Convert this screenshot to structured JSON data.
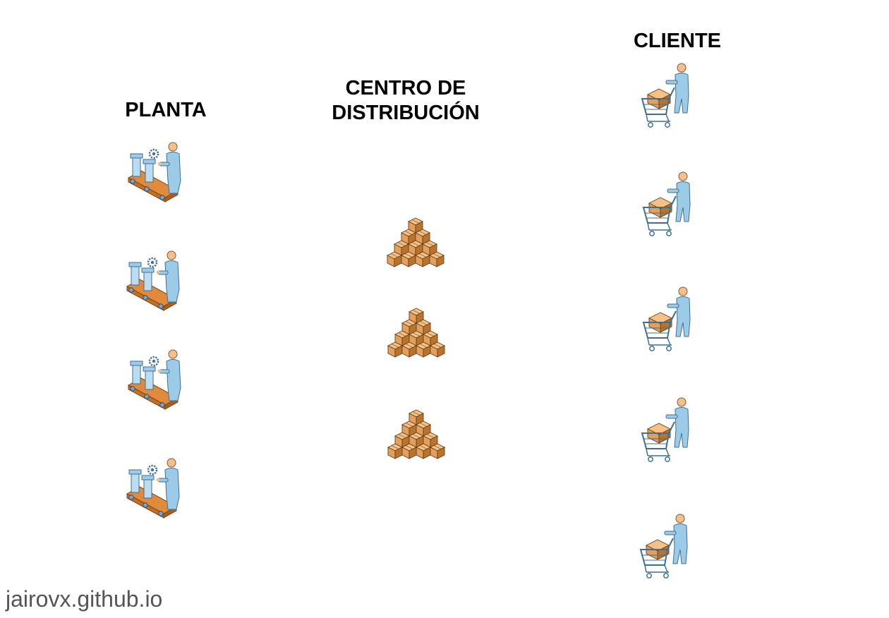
{
  "columns": {
    "plant": {
      "heading": "PLANTA",
      "count": 4
    },
    "distribution_center": {
      "heading_line1": "CENTRO DE",
      "heading_line2": "DISTRIBUCIÓN",
      "count": 3
    },
    "customer": {
      "heading": "CLIENTE",
      "count": 5
    }
  },
  "icons": {
    "plant": "factory-worker-conveyor-icon",
    "distribution_center": "stacked-boxes-icon",
    "customer": "shopper-with-cart-icon"
  },
  "colors": {
    "text": "#000000",
    "watermark": "#555555",
    "person": "#9ccbe8",
    "skin": "#f2c08f",
    "box": "#e0a060",
    "conveyor": "#e08a3c"
  },
  "watermark": "jairovx.github.io"
}
